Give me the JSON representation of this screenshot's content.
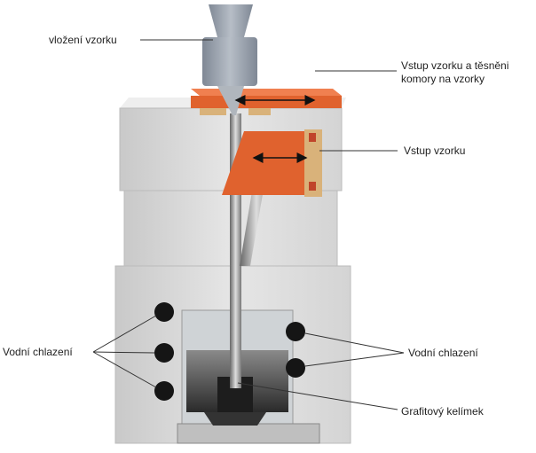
{
  "labels": {
    "sample_insertion": "vložení vzorku",
    "sample_inlet_seal_line1": "Vstup vzorku a těsněni",
    "sample_inlet_seal_line2": "komory na vzorky",
    "sample_inlet": "Vstup vzorku",
    "water_cooling_left": "Vodní chlazení",
    "water_cooling_right": "Vodní chlazení",
    "graphite_crucible": "Grafitový kelímek"
  },
  "colors": {
    "block": "#d9d9d9",
    "orange": "#e0622e",
    "funnel": "#9aa2ad",
    "hole": "#151515"
  }
}
